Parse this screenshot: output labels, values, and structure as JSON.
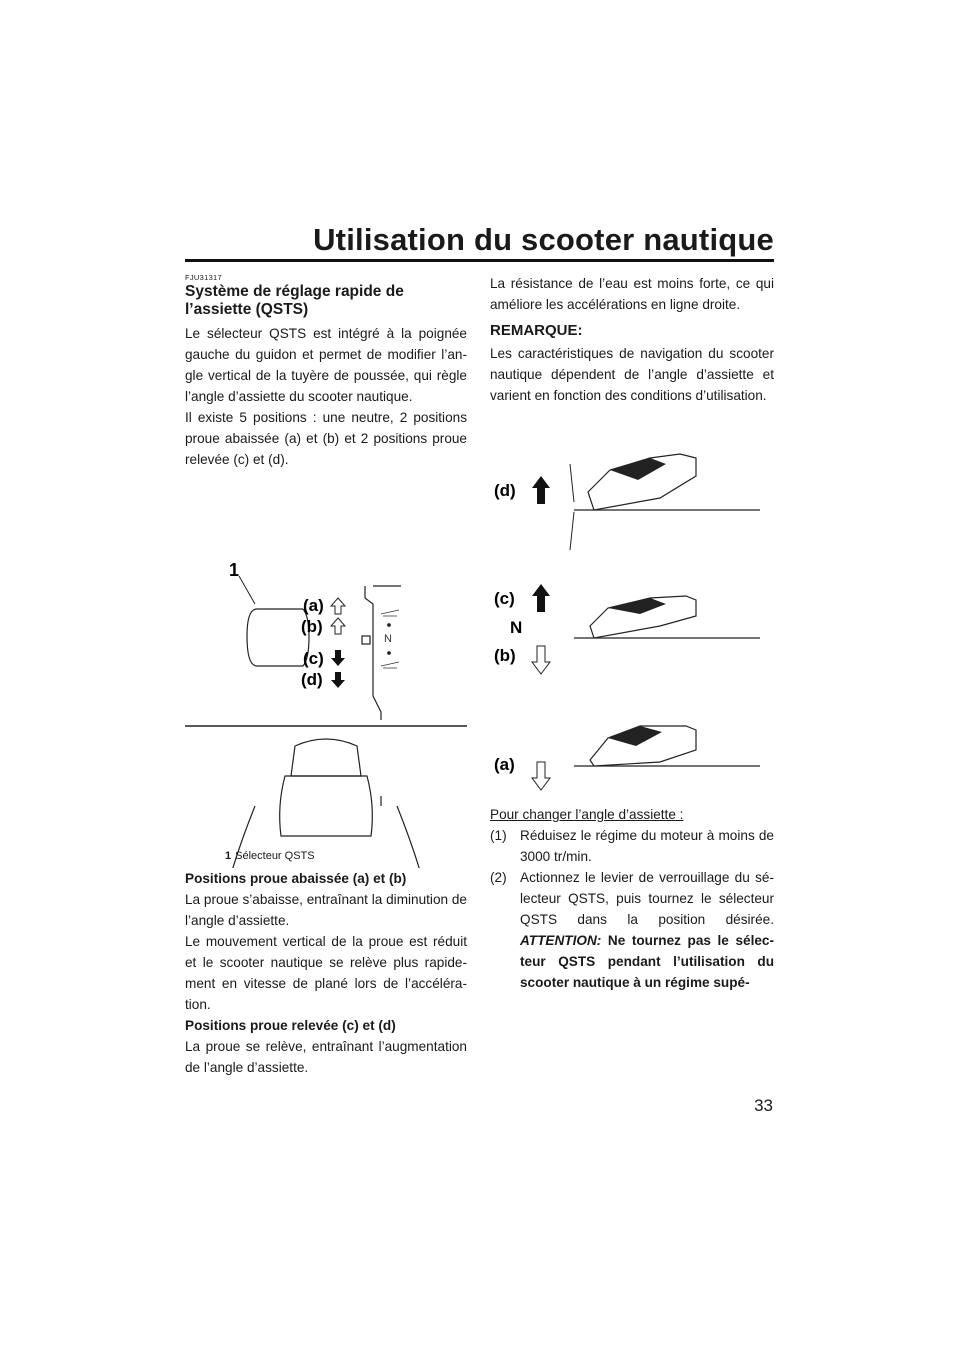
{
  "header": {
    "title": "Utilisation du scooter nautique"
  },
  "page_number": "33",
  "left": {
    "code": "FJU31317",
    "heading": "Système de réglage rapide de l’assiette (QSTS)",
    "p1": "Le sélecteur QSTS est intégré à la poignée gauche du guidon et permet de modifier l’an-gle vertical de la tuyère de poussée, qui règle l’angle d’assiette du scooter nautique.",
    "p2": "Il existe 5 positions : une neutre, 2 positions proue abaissée (a) et (b) et 2 positions proue relevée (c) et (d).",
    "fig1": {
      "callout": "1",
      "labels": {
        "a": "(a)",
        "b": "(b)",
        "c": "(c)",
        "d": "(d)",
        "n": "N"
      },
      "caption_num": "1",
      "caption_text": "Sélecteur QSTS"
    },
    "sub1_heading": "Positions proue abaissée (a) et (b)",
    "sub1_p1": "La proue s’abaisse, entraînant la diminution de l’angle d’assiette.",
    "sub1_p2": "Le mouvement vertical de la proue est réduit et le scooter nautique se relève plus rapide-ment en vitesse de plané lors de l’accéléra-tion.",
    "sub2_heading": "Positions proue relevée (c) et (d)",
    "sub2_p1": "La proue se relève, entraînant l’augmentation de l’angle d’assiette."
  },
  "right": {
    "p1": "La résistance de l’eau est moins forte, ce qui améliore les accélérations en ligne droite.",
    "remarque_heading": "REMARQUE:",
    "remarque_text": "Les caractéristiques de navigation du scooter nautique dépendent de l’angle d’assiette et varient en fonction des conditions d’utilisation.",
    "fig2": {
      "d": "(d)",
      "c": "(c)",
      "n": "N",
      "b": "(b)",
      "a": "(a)"
    },
    "procedure_heading": "Pour changer l’angle d’assiette :",
    "steps": [
      {
        "num": "(1)",
        "text": "Réduisez le régime du moteur à moins de 3000 tr/min."
      },
      {
        "num": "(2)",
        "text": "Actionnez le levier de verrouillage du sé-lecteur QSTS, puis tournez le sélecteur QSTS dans la position désirée.",
        "attention_label": "ATTENTION:",
        "attention_text": "Ne tournez pas le sélec-teur QSTS pendant l’utilisation du scooter nautique à un régime supé-"
      }
    ]
  }
}
